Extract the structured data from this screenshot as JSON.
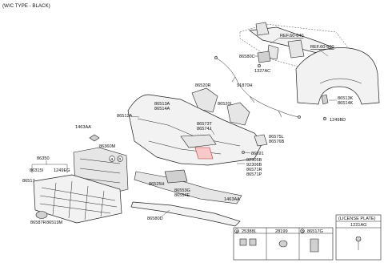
{
  "header": {
    "title": "(W/C TYPE - BLACK)"
  },
  "refs": {
    "ref1": "REF.60-640",
    "ref2": "REF.60-660"
  },
  "labels": {
    "p86580C": "86580C",
    "p1327AC": "1327AC",
    "p86520R": "86520R",
    "p91870H": "91870H",
    "p86520L": "86520L",
    "p86513K": "86513K",
    "p86514K": "86514K",
    "p1249BD_r": "1249BD",
    "p86513A": "86513A",
    "p86514A": "86514A",
    "p86512A": "86512A",
    "p86573T": "86573T",
    "p86574J": "86574J",
    "p86575L": "86575L",
    "p86576B": "86576B",
    "p1463AA_l": "1463AA",
    "p86360M": "86360M",
    "p86350": "86350",
    "p86315I": "86315I",
    "p1249EG": "1249EG",
    "p86517": "86517",
    "p86691": "86691",
    "p92305B": "92305B",
    "p92306B": "92306B",
    "p86571R": "86571R",
    "p86571P": "86571P",
    "p86525H": "86525H",
    "p86553G": "86553G",
    "p86554E": "86554E",
    "p1463AA_r": "1463AA",
    "p86587R": "86587R",
    "p86519M": "86519M",
    "p86580D": "86580D"
  },
  "callouts": {
    "a": "a",
    "b": "b"
  },
  "legend": {
    "cells": [
      {
        "letter": "a",
        "part": "25388L"
      },
      {
        "letter": "",
        "part": "28199"
      },
      {
        "letter": "b",
        "part": "86517G"
      }
    ],
    "license_title": "(LICENSE PLATE)",
    "license_part": "1221AG"
  },
  "colors": {
    "accent_pink": "#f7c9c9"
  }
}
